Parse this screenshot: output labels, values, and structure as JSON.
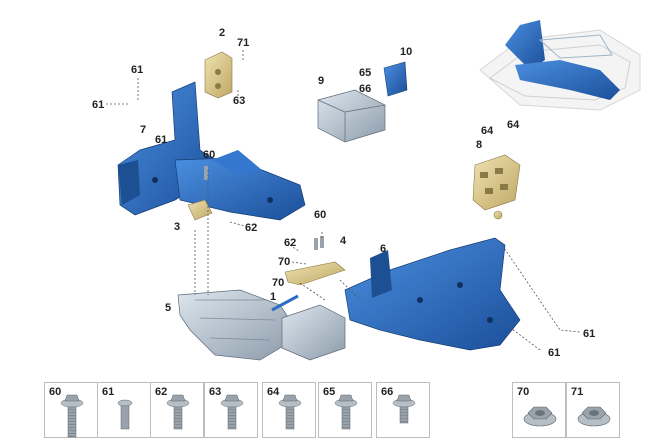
{
  "callouts": {
    "c1": "1",
    "c2": "2",
    "c3": "3",
    "c4": "4",
    "c5": "5",
    "c6": "6",
    "c7": "7",
    "c8": "8",
    "c9": "9",
    "c10": "10",
    "c60a": "60",
    "c60b": "60",
    "c61a": "61",
    "c61b": "61",
    "c61c": "61",
    "c61d": "61",
    "c61e": "61",
    "c62a": "62",
    "c62b": "62",
    "c63": "63",
    "c64a": "64",
    "c64b": "64",
    "c65": "65",
    "c66": "66",
    "c70a": "70",
    "c70b": "70",
    "c71": "71"
  },
  "legend": [
    {
      "label": "60",
      "icon": "bolt-long-icon"
    },
    {
      "label": "61",
      "icon": "pin-icon"
    },
    {
      "label": "62",
      "icon": "flange-bolt-icon"
    },
    {
      "label": "63",
      "icon": "threaded-bolt-icon"
    },
    {
      "label": "64",
      "icon": "flange-screw-icon"
    },
    {
      "label": "65",
      "icon": "washer-bolt-icon"
    },
    {
      "label": "66",
      "icon": "short-flange-bolt-icon"
    },
    {
      "label": "70",
      "icon": "flange-nut-icon"
    },
    {
      "label": "71",
      "icon": "hex-nut-icon"
    }
  ],
  "colors": {
    "part_blue": "#2b6cc4",
    "part_blue_dark": "#1a4a8e",
    "part_gold": "#d9c58a",
    "part_silver": "#b8c6d4",
    "metal": "#9aa3ab"
  }
}
